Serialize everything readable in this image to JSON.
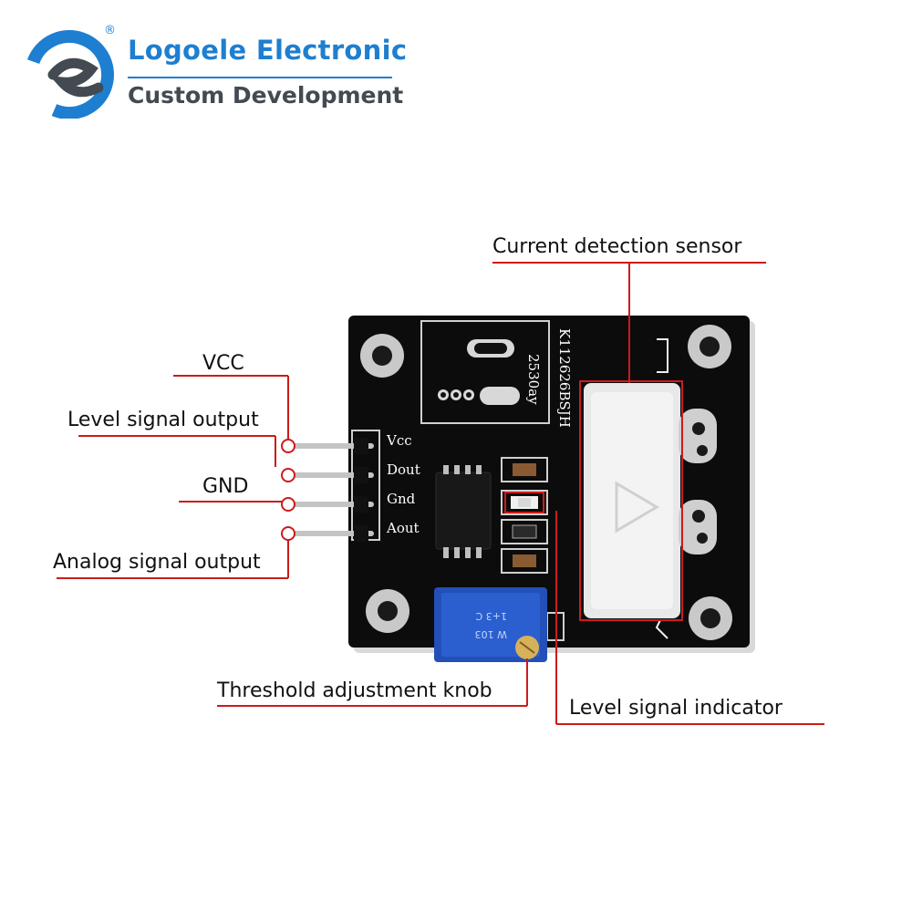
{
  "brand": {
    "name": "Logoele Electronic",
    "tagline": "Custom Development",
    "registered_mark": "®"
  },
  "callouts": {
    "sensor": "Current detection sensor",
    "vcc": "VCC",
    "dout": "Level signal output",
    "gnd": "GND",
    "aout": "Analog signal output",
    "knob": "Threshold adjustment knob",
    "indicator": "Level signal indicator"
  },
  "silkscreen": {
    "vcc": "Vcc",
    "dout": "Dout",
    "gnd": "Gnd",
    "aout": "Aout",
    "board_code": "K112626BSJH",
    "chip_code": "2530ay",
    "pot_marking_1": "1+3 C",
    "pot_marking_2": "W 103"
  },
  "colors": {
    "brand_blue": "#1e7fd0",
    "brand_gray": "#444a52",
    "callout_line": "#cc1b1b",
    "board": "#0c0c0c",
    "potentiometer": "#2350b8"
  }
}
